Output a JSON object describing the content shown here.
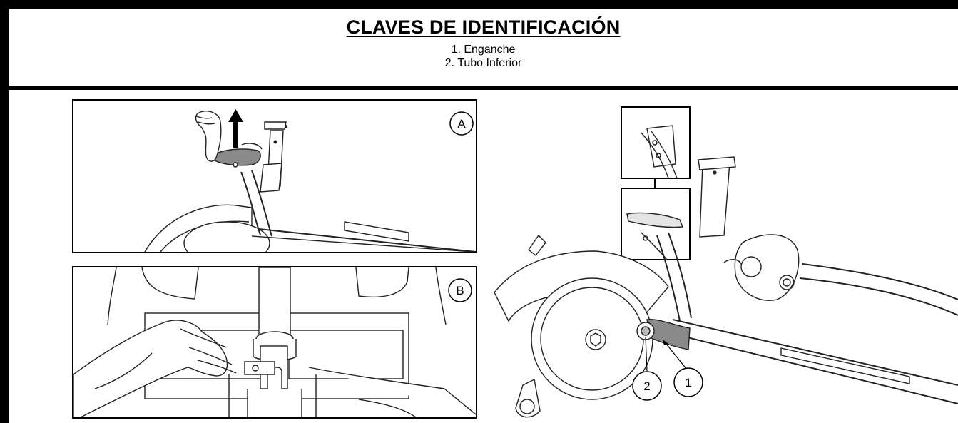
{
  "header": {
    "title": "CLAVES DE IDENTIFICACIÓN",
    "keys": [
      "1.  Enganche",
      "2.  Tubo Inferior"
    ]
  },
  "panels": {
    "a": {
      "label": "A"
    },
    "b": {
      "label": "B"
    }
  },
  "main_figure": {
    "callouts": [
      "1",
      "2"
    ]
  }
}
